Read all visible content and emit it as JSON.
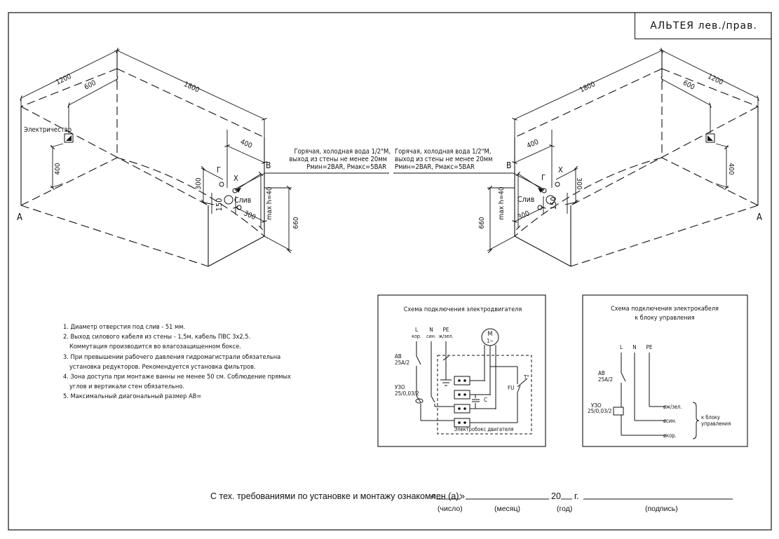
{
  "title": "АЛЬТЕЯ лев./прав.",
  "left_drawing": {
    "dim_1200": "1200",
    "dim_600": "600",
    "dim_1800": "1800",
    "dim_400_top": "400",
    "dim_400_side": "400",
    "dim_300_side": "300",
    "dim_150": "150",
    "dim_300_bottom": "300",
    "dim_660": "660",
    "dim_maxh": "max h=40",
    "label_electric": "Электричество",
    "label_g": "Г",
    "label_x": "Х",
    "label_b": "B",
    "label_a": "A",
    "label_drain": "Слив"
  },
  "right_drawing": {
    "dim_1200": "1200",
    "dim_600": "600",
    "dim_1800": "1800",
    "dim_400_top": "400",
    "dim_400_side": "400",
    "dim_300_side": "300",
    "dim_150": "150",
    "dim_300_bottom": "300",
    "dim_660": "660",
    "dim_maxh": "max h=40",
    "label_g": "Г",
    "label_x": "Х",
    "label_b": "B",
    "label_a": "A",
    "label_drain": "Слив"
  },
  "water_note_left": [
    "Горячая, холодная вода 1/2\"М,",
    "выход из стены не менее 20мм",
    "Рмин=2BAR, Рмакс=5BAR"
  ],
  "water_note_right": [
    "Горячая, холодная вода 1/2\"М,",
    "выход из стены не менее 20мм",
    "Рмин=2BAR, Рмакс=5BAR"
  ],
  "notes": [
    "1. Диаметр отверстия под слив - 51 мм.",
    "2. Выход силового кабеля из стены - 1,5м, кабель ПВС 3х2,5.",
    "    Коммутация производится во влагозащищенном боксе.",
    "3. При превышении рабочего давления гидромагистрали обязательна",
    "    установка редукторов. Рекомендуется установка фильтров.",
    "4. Зона доступа при монтаже ванны не менее 50 см. Соблюдение прямых",
    "    углов и вертикали стен обязательно.",
    "5. Максимальный диагональный размер АВ="
  ],
  "motor_scheme": {
    "title": "Схема подключения электродвигателя",
    "L": "L",
    "N": "N",
    "PE": "PE",
    "L_sub": "кор.",
    "N_sub": "син.",
    "PE_sub": "ж/зел.",
    "ab": "АВ",
    "ab_rating": "25А/2",
    "uzo": "УЗО",
    "uzo_rating": "25/0,03/2",
    "motor": "М",
    "motor_sub": "1~",
    "fu": "FU",
    "t": "T°",
    "c": "С",
    "box": "Электробокс двигателя"
  },
  "cable_scheme": {
    "title_1": "Схема подключения электрокабеля",
    "title_2": "к блоку управления",
    "L": "L",
    "N": "N",
    "PE": "PE",
    "ab": "АВ",
    "ab_rating": "25А/2",
    "uzo": "УЗО",
    "uzo_rating": "25/0,03/2",
    "w1": "ж/зел.",
    "w2": "син.",
    "w3": "кор.",
    "to_1": "к блоку",
    "to_2": "управления"
  },
  "footer": {
    "text": "С тех. требованиями по установке и монтажу ознакомлен (а):",
    "quote_open": "«",
    "quote_close": "»",
    "year_prefix": "20",
    "year_suffix": "г.",
    "lbl_day": "(число)",
    "lbl_month": "(месяц)",
    "lbl_year": "(год)",
    "lbl_sign": "(подпись)"
  }
}
